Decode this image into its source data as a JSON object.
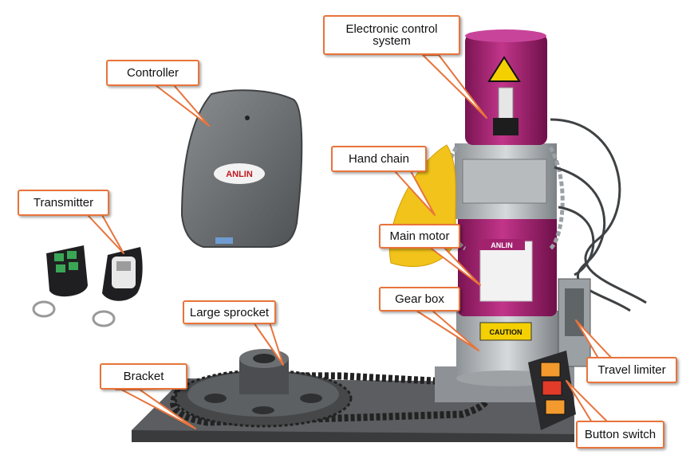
{
  "labels": {
    "electronic_control": "Electronic control\nsystem",
    "controller": "Controller",
    "hand_chain": "Hand chain",
    "transmitter": "Transmitter",
    "main_motor": "Main motor",
    "gear_box": "Gear box",
    "large_sprocket": "Large sprocket",
    "bracket": "Bracket",
    "travel_limiter": "Travel limiter",
    "button_switch": "Button switch"
  },
  "product_text": {
    "brand": "ANLIN",
    "caution": "CAUTION"
  },
  "colors": {
    "callout_border": "#e8743b",
    "motor_magenta": "#a3226e",
    "controller_grey": "#6b6f72"
  }
}
